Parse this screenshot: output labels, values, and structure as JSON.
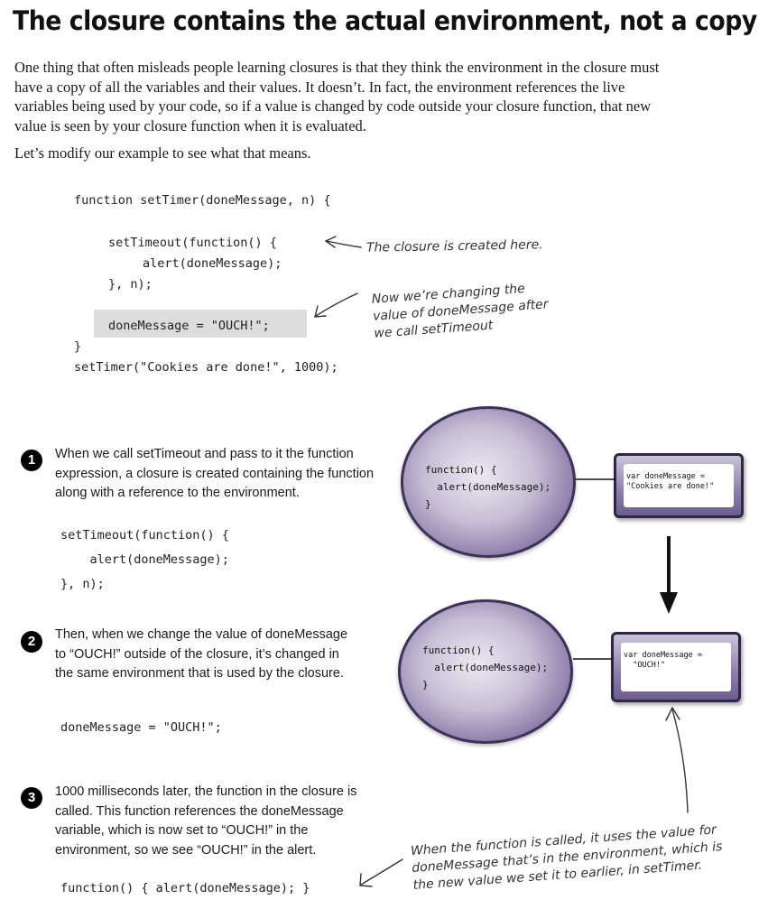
{
  "title": "The closure contains the actual environment, not a copy",
  "intro": "One thing that often misleads people learning closures is that they think the environment in the closure must have a copy of all the variables and their values. It doesn’t. In fact, the environment references the live variables being used by your code, so if a value is changed by code outside your closure function, that new value is seen by your closure function when it is evaluated.",
  "intro2": "Let’s modify our example to see what that means.",
  "code": {
    "line1": "function setTimer(doneMessage, n) {",
    "line2": "setTimeout(function() {",
    "line3": "alert(doneMessage);",
    "line4": "}, n);",
    "line5": "doneMessage = \"OUCH!\";",
    "line6": "}",
    "line7": "setTimer(\"Cookies are done!\", 1000);"
  },
  "annotations": {
    "closure_created": "The closure is created here.",
    "changing": "Now we’re changing the\nvalue of doneMessage after\nwe call setTimeout",
    "final": "When the function is called, it uses the value for\ndoneMessage that’s in the environment, which is\nthe new value we set it to earlier, in setTimer."
  },
  "steps": [
    {
      "num": "1",
      "text": "When we call setTimeout and pass to it the function expression, a closure is created containing the function along with a reference to the environment.",
      "code": "setTimeout(function() {\n    alert(doneMessage);\n}, n);"
    },
    {
      "num": "2",
      "text": "Then, when we change the value of doneMessage to “OUCH!” outside of the closure, it’s changed in the same environment that is used by the closure.",
      "code": "doneMessage = \"OUCH!\";"
    },
    {
      "num": "3",
      "text": "1000 milliseconds later, the function in the closure is called. This function references the doneMessage variable, which is now set to “OUCH!” in the environment, so we see “OUCH!” in the alert.",
      "code": "function() { alert(doneMessage); }"
    }
  ],
  "diagram": {
    "closure_code": "function() {\n  alert(doneMessage);\n}",
    "env1": "var doneMessage =\n\"Cookies are done!\"",
    "env2": "var doneMessage =\n  \"OUCH!\""
  }
}
